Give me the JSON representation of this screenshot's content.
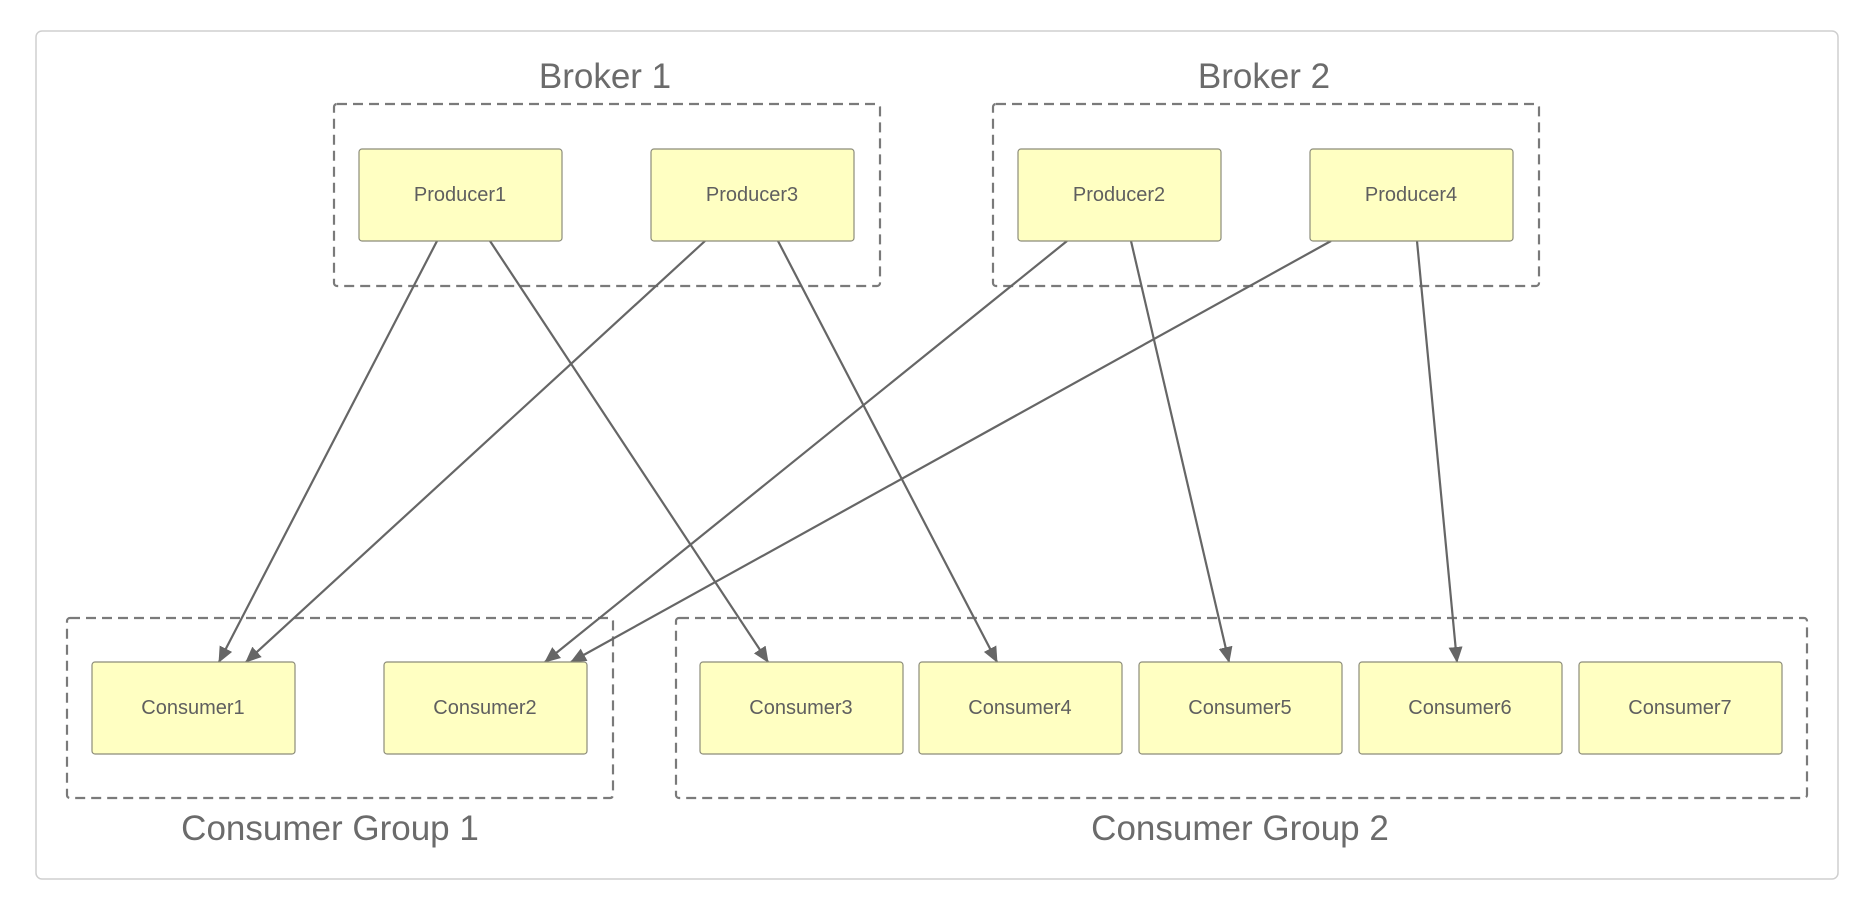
{
  "groups": [
    {
      "id": "broker1",
      "label": "Broker 1"
    },
    {
      "id": "broker2",
      "label": "Broker 2"
    },
    {
      "id": "cg1",
      "label": "Consumer Group 1"
    },
    {
      "id": "cg2",
      "label": "Consumer Group 2"
    }
  ],
  "nodes": [
    {
      "id": "producer1",
      "label": "Producer1",
      "group": "broker1"
    },
    {
      "id": "producer3",
      "label": "Producer3",
      "group": "broker1"
    },
    {
      "id": "producer2",
      "label": "Producer2",
      "group": "broker2"
    },
    {
      "id": "producer4",
      "label": "Producer4",
      "group": "broker2"
    },
    {
      "id": "consumer1",
      "label": "Consumer1",
      "group": "cg1"
    },
    {
      "id": "consumer2",
      "label": "Consumer2",
      "group": "cg1"
    },
    {
      "id": "consumer3",
      "label": "Consumer3",
      "group": "cg2"
    },
    {
      "id": "consumer4",
      "label": "Consumer4",
      "group": "cg2"
    },
    {
      "id": "consumer5",
      "label": "Consumer5",
      "group": "cg2"
    },
    {
      "id": "consumer6",
      "label": "Consumer6",
      "group": "cg2"
    },
    {
      "id": "consumer7",
      "label": "Consumer7",
      "group": "cg2"
    }
  ],
  "edges": [
    {
      "from": "producer1",
      "to": "consumer1"
    },
    {
      "from": "producer1",
      "to": "consumer3"
    },
    {
      "from": "producer3",
      "to": "consumer1"
    },
    {
      "from": "producer3",
      "to": "consumer4"
    },
    {
      "from": "producer2",
      "to": "consumer2"
    },
    {
      "from": "producer2",
      "to": "consumer5"
    },
    {
      "from": "producer4",
      "to": "consumer2"
    },
    {
      "from": "producer4",
      "to": "consumer6"
    }
  ],
  "colors": {
    "node_fill": "#ffffc2",
    "node_border": "#8c8c7a",
    "edge": "#666666",
    "group_border": "#7a7a7a",
    "label_text": "#6b6b6b"
  }
}
